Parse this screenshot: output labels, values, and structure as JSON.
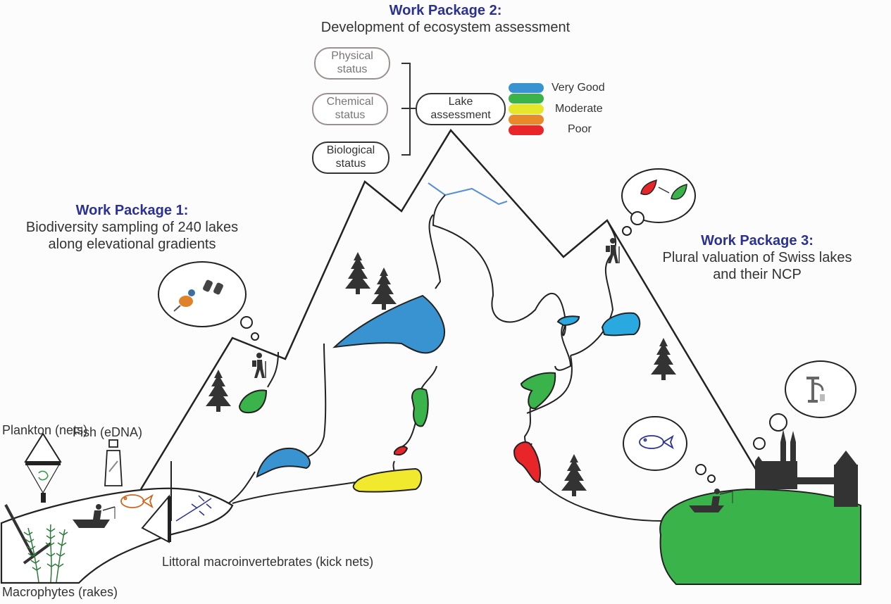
{
  "work_packages": [
    {
      "title": "Work Package 1:",
      "subtitle_lines": [
        "Biodiversity sampling of 240 lakes",
        "along elevational gradients"
      ]
    },
    {
      "title": "Work Package 2:",
      "subtitle_lines": [
        "Development of ecosystem assessment"
      ]
    },
    {
      "title": "Work Package 3:",
      "subtitle_lines": [
        "Plural valuation of Swiss lakes",
        "and their NCP"
      ]
    }
  ],
  "assessment": {
    "inputs": [
      {
        "line1": "Physical",
        "line2": "status",
        "style": "grey"
      },
      {
        "line1": "Chemical",
        "line2": "status",
        "style": "grey"
      },
      {
        "line1": "Biological",
        "line2": "status",
        "style": "dark"
      }
    ],
    "output": {
      "line1": "Lake",
      "line2": "assessment"
    }
  },
  "legend": {
    "colors": [
      "#3a93d1",
      "#3ab44a",
      "#e6e62a",
      "#e8892a",
      "#e8262a"
    ],
    "labels": [
      "Very Good",
      "Moderate",
      "Poor"
    ]
  },
  "sampling_labels": {
    "plankton": "Plankton (nets)",
    "fish": "Fish (eDNA)",
    "macroinvertebrates": "Littoral macroinvertebrates (kick nets)",
    "macrophytes": "Macrophytes (rakes)"
  },
  "lake_colors": {
    "very_good": "#3a93d1",
    "very_good_light": "#2aa9e0",
    "good": "#3ab44a",
    "moderate": "#f1e92e",
    "poor": "#e8262a",
    "meadow": "#3ab44a"
  },
  "icons": [
    "hiker-icon",
    "tree-icon",
    "bird-icon",
    "binoculars-icon",
    "fish-icon",
    "tap-water-icon",
    "boat-angler-icon",
    "plankton-net-icon",
    "edna-bottle-icon",
    "kick-net-icon",
    "rake-icon",
    "macrophyte-icon",
    "city-skyline-icon",
    "thought-bubble-icon"
  ]
}
